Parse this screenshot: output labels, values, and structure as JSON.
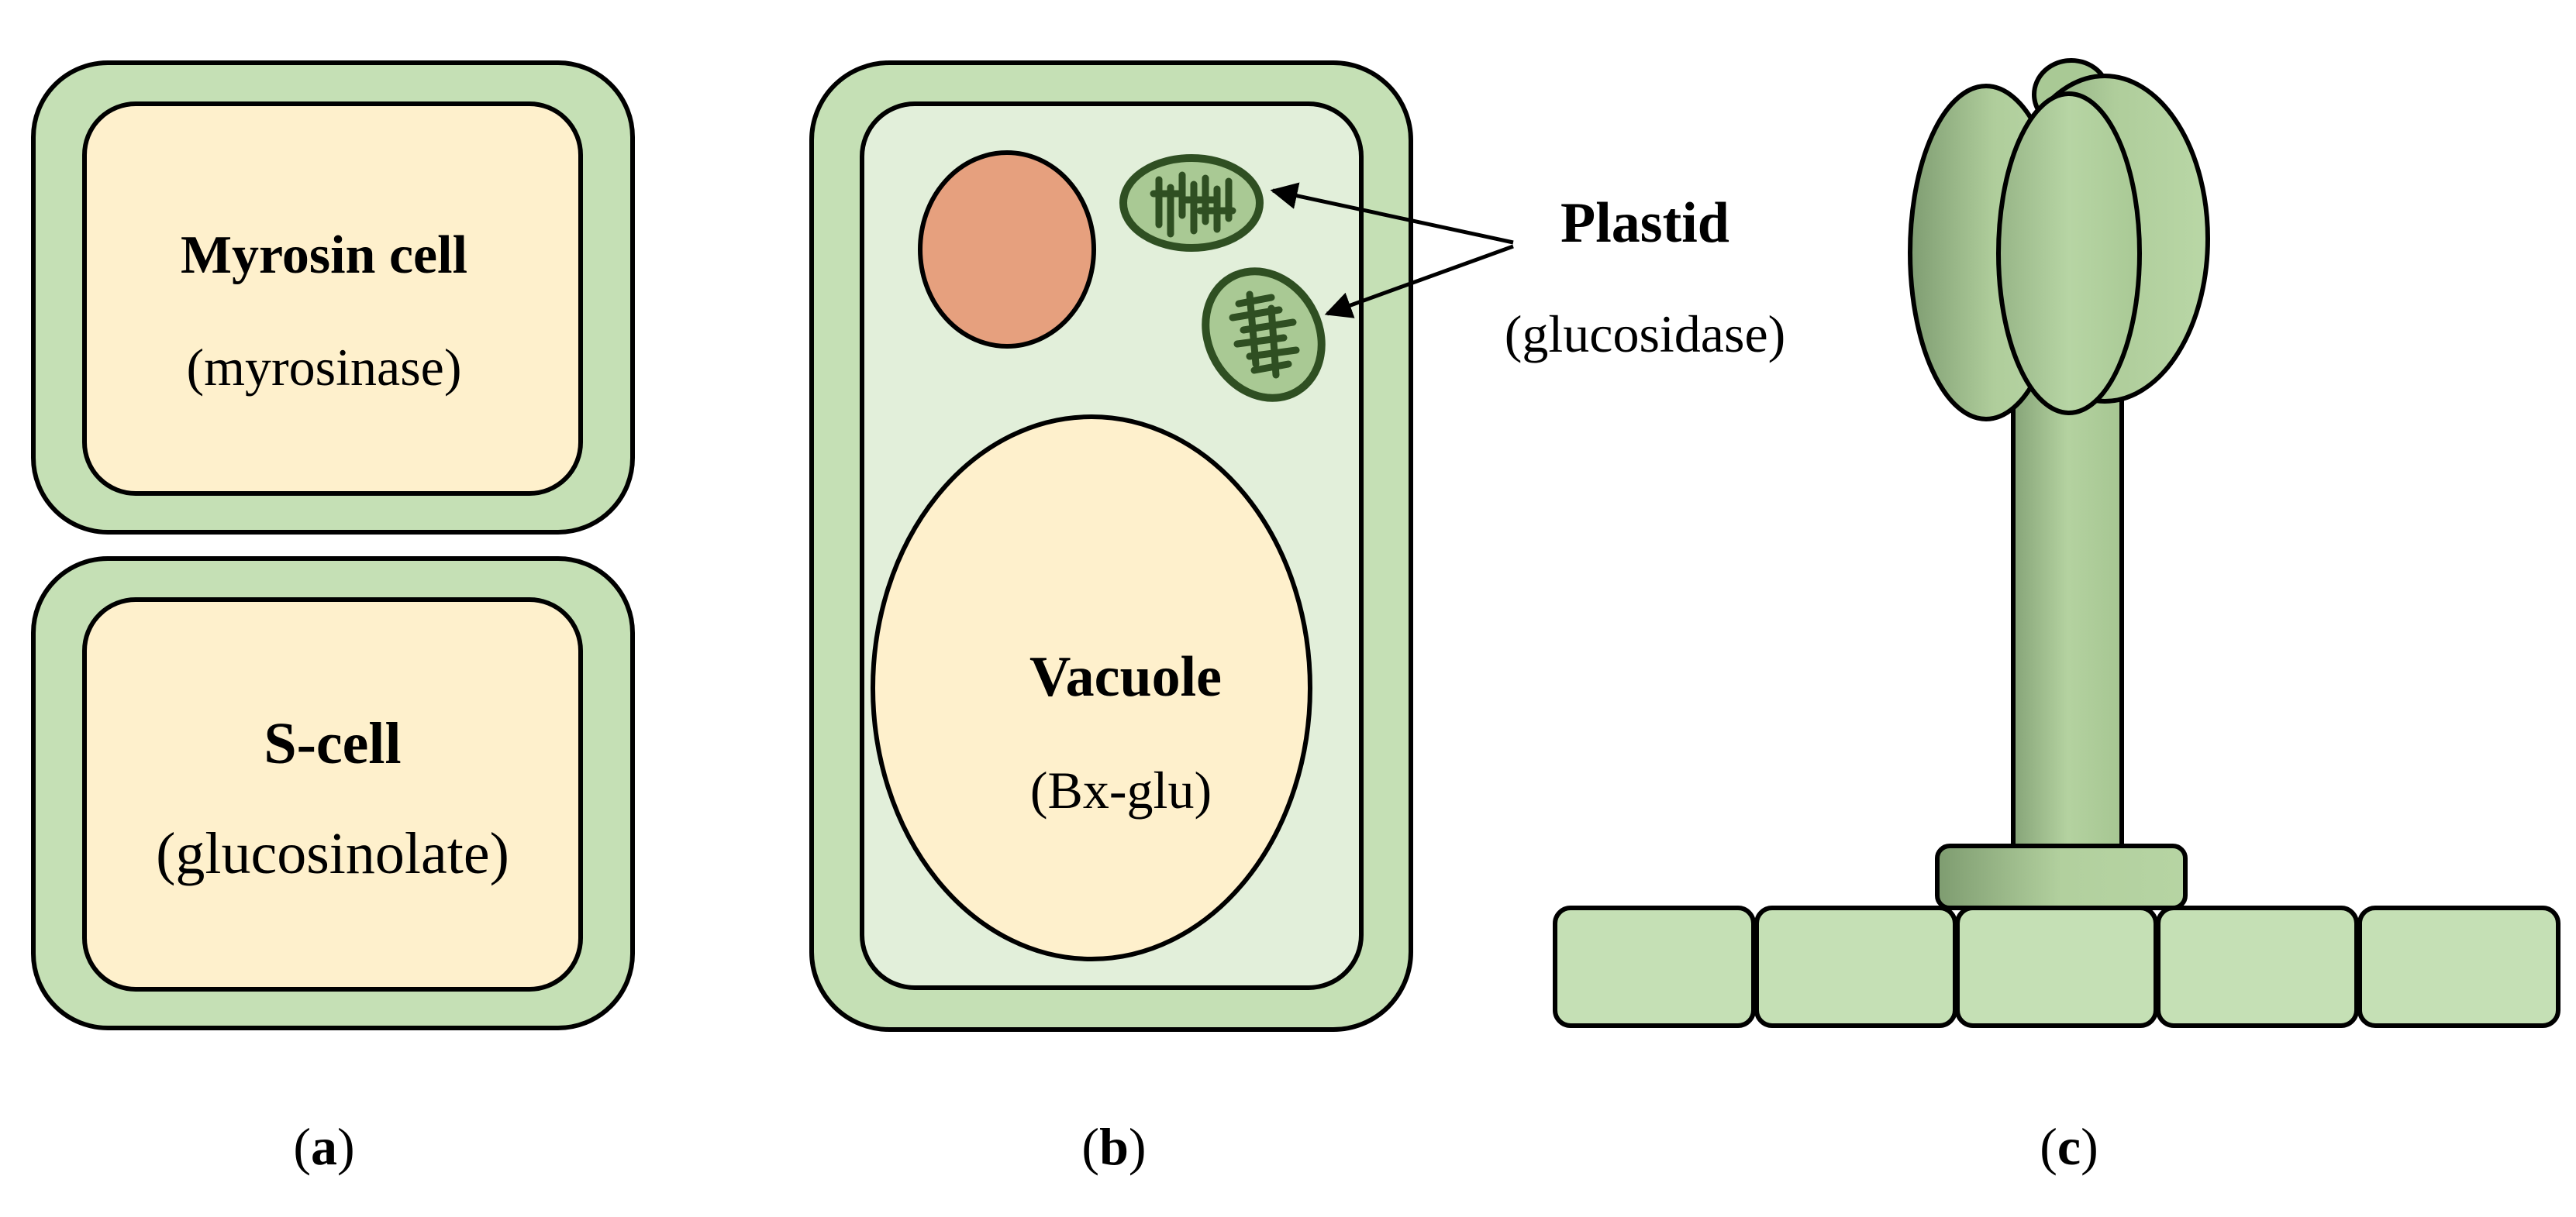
{
  "panel_a": {
    "caption_open": "(",
    "caption_letter": "a",
    "caption_close": ")",
    "top_cell": {
      "title": "Myrosin cell",
      "subtitle": "(myrosinase)"
    },
    "bottom_cell": {
      "title": "S-cell",
      "subtitle": "(glucosinolate)"
    }
  },
  "panel_b": {
    "caption_open": "(",
    "caption_letter": "b",
    "caption_close": ")",
    "vacuole": {
      "title": "Vacuole",
      "subtitle": "(Bx-glu)"
    },
    "plastid": {
      "title": "Plastid",
      "subtitle": "(glucosidase)"
    }
  },
  "panel_c": {
    "caption_open": "(",
    "caption_letter": "c",
    "caption_close": ")"
  },
  "colors": {
    "cell_wall": "#c5e0b5",
    "cell_interior": "#fef0cc",
    "cytoplasm": "#e2efda",
    "nucleus": "#e6a07e",
    "plastid_fill": "#a9c994",
    "plastid_dark": "#2f4f22",
    "trichome_green": "#a9c995",
    "outline": "#000000"
  }
}
